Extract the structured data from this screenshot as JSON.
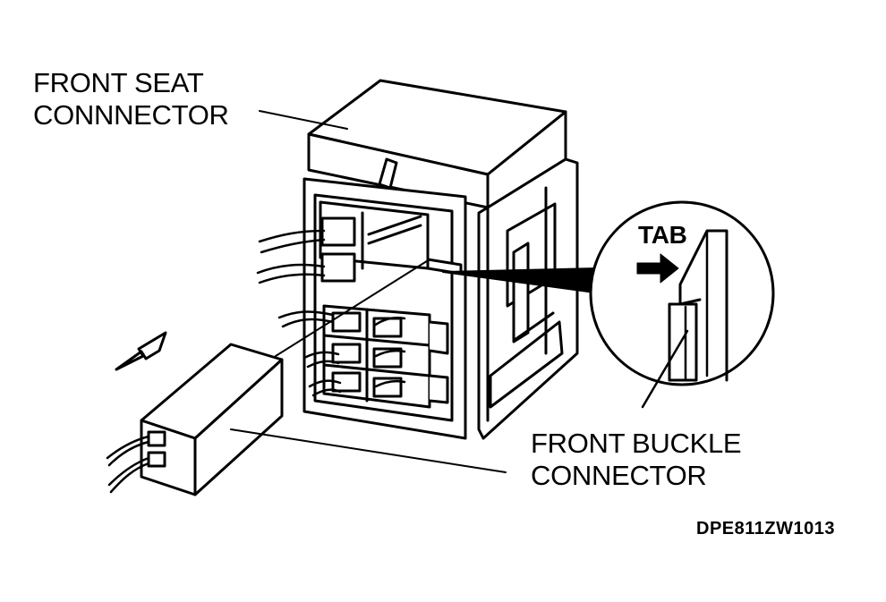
{
  "labels": {
    "front_seat_connector_line1": "FRONT SEAT",
    "front_seat_connector_line2": "CONNNECTOR",
    "tab": "TAB",
    "front_buckle_connector_line1": "FRONT BUCKLE",
    "front_buckle_connector_line2": "CONNECTOR",
    "figure_code": "DPE811ZW1013"
  }
}
